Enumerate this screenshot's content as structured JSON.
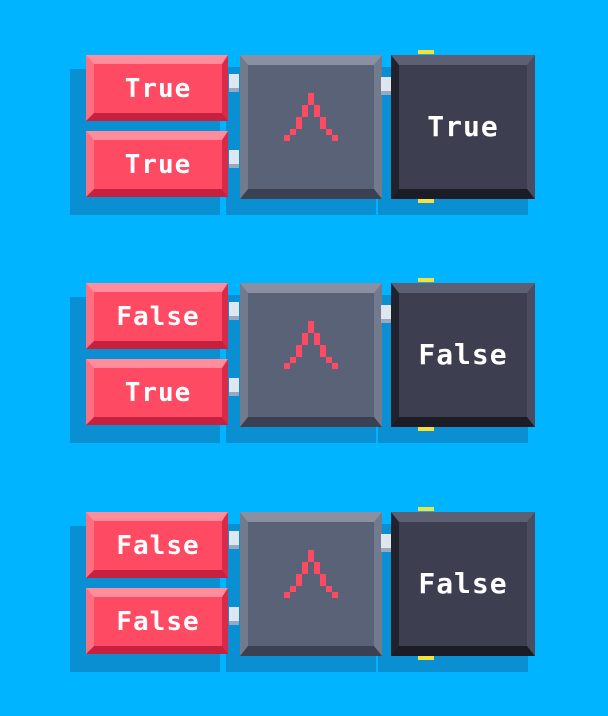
{
  "gate_symbol": "∧",
  "colors": {
    "background": "#00b4ff",
    "input_block": "#ff4a63",
    "gate_block": "#5a6277",
    "output_block": "#3d3f51",
    "gate_symbol": "#ff4a63",
    "pin": "#f3e23a"
  },
  "rows": [
    {
      "inputs": [
        "True",
        "True"
      ],
      "output": "True"
    },
    {
      "inputs": [
        "False",
        "True"
      ],
      "output": "False"
    },
    {
      "inputs": [
        "False",
        "False"
      ],
      "output": "False"
    }
  ]
}
